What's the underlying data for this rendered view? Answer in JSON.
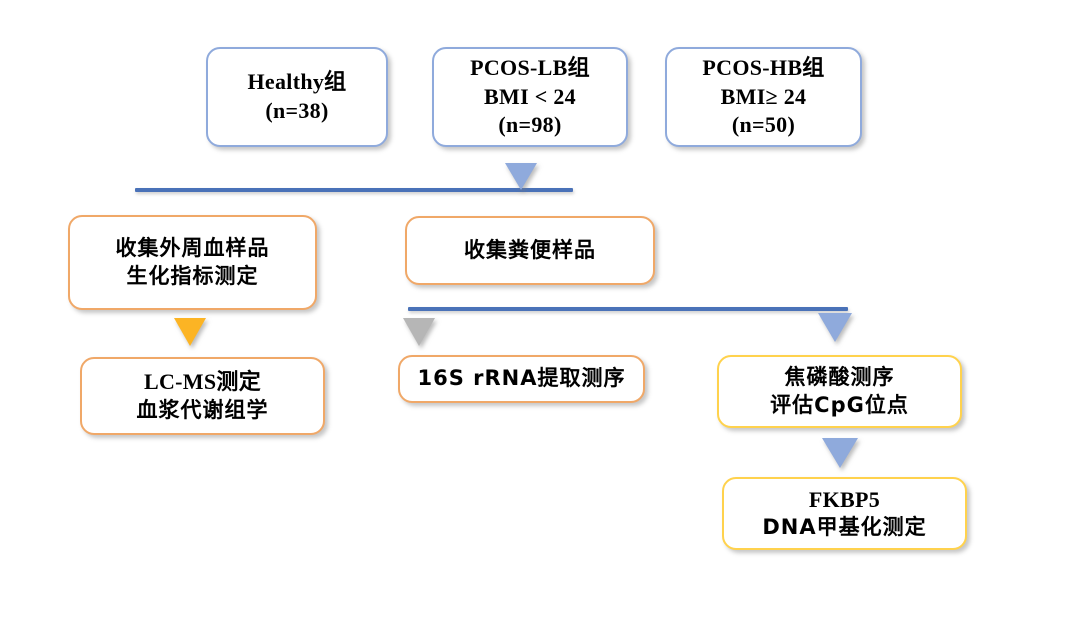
{
  "diagram": {
    "title": "PCOS study experimental workflow flowchart",
    "colors": {
      "blue_border": "#8faadc",
      "orange_border": "#f0a868",
      "yellow_border": "#ffd24d",
      "connector_blue": "#4a72b8",
      "arrow_blue": "#8faadc",
      "arrow_gray": "#b6b6b6",
      "arrow_amber": "#fcb424",
      "background": "#ffffff",
      "text": "#000000"
    },
    "groups": [
      {
        "id": "healthy",
        "lines": [
          "Healthy组",
          "(n=38)"
        ],
        "border": "blue"
      },
      {
        "id": "pcos-lb",
        "lines": [
          "PCOS-LB组",
          "BMI < 24",
          "(n=98)"
        ],
        "border": "blue"
      },
      {
        "id": "pcos-hb",
        "lines": [
          "PCOS-HB组",
          "BMI≥ 24",
          "(n=50)"
        ],
        "border": "blue"
      }
    ],
    "collection": [
      {
        "id": "blood-sample",
        "lines": [
          "收集外周血样品",
          "生化指标测定"
        ],
        "border": "orange"
      },
      {
        "id": "feces-sample",
        "lines": [
          "收集粪便样品"
        ],
        "border": "orange"
      }
    ],
    "assays": [
      {
        "id": "lc-ms",
        "lines": [
          "LC-MS测定",
          "血浆代谢组学"
        ],
        "border": "orange"
      },
      {
        "id": "16s-rrna",
        "lines": [
          "16S rRNA提取测序"
        ],
        "border": "orange"
      },
      {
        "id": "pyrosequencing",
        "lines": [
          "焦磷酸测序",
          "评估CpG位点"
        ],
        "border": "yellow"
      },
      {
        "id": "fkbp5",
        "lines": [
          "FKBP5",
          "DNA甲基化测定"
        ],
        "border": "yellow"
      }
    ],
    "connectors": [
      {
        "id": "bus-groups-to-collection",
        "kind": "horizontal-bus"
      },
      {
        "id": "bus-feces-to-assays",
        "kind": "horizontal-bus"
      }
    ],
    "arrows": [
      {
        "id": "arrow-groups-to-feces",
        "color": "blue"
      },
      {
        "id": "arrow-blood-to-lcms",
        "color": "amber"
      },
      {
        "id": "arrow-feces-to-16s",
        "color": "gray"
      },
      {
        "id": "arrow-feces-to-pyroseq",
        "color": "blue"
      },
      {
        "id": "arrow-pyroseq-to-fkbp5",
        "color": "blue"
      }
    ]
  }
}
